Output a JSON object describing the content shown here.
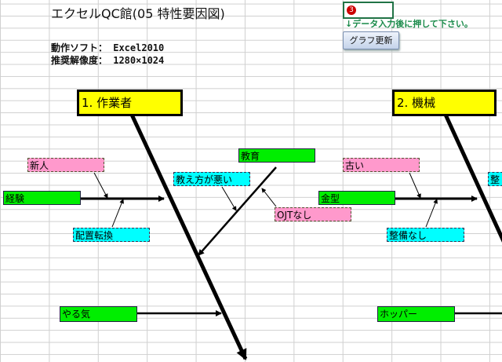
{
  "title": "エクセルQC館(05 特性要因図)",
  "info": {
    "software": "動作ソフト： Excel2010",
    "resolution": "推奨解像度： 1280×1024"
  },
  "selected_cell": {
    "marker": "3"
  },
  "hint": "↓データ入力後に押して下さい。",
  "button": {
    "label": "グラフ更新"
  },
  "categories": [
    {
      "label": "1. 作業者",
      "main_causes": [
        "経験",
        "教育",
        "やる気"
      ],
      "sub_causes": [
        "新人",
        "配置転換",
        "教え方が悪い",
        "OJTなし"
      ]
    },
    {
      "label": "2. 機械",
      "main_causes": [
        "金型",
        "ホッパー"
      ],
      "sub_causes": [
        "古い",
        "整備なし",
        "整"
      ]
    }
  ],
  "colors": {
    "category": "#ffff00",
    "main_cause": "#00ee00",
    "sub_cause_pink": "#ff99cc",
    "sub_cause_cyan": "#00ffff",
    "hint": "#1a8a4a"
  }
}
